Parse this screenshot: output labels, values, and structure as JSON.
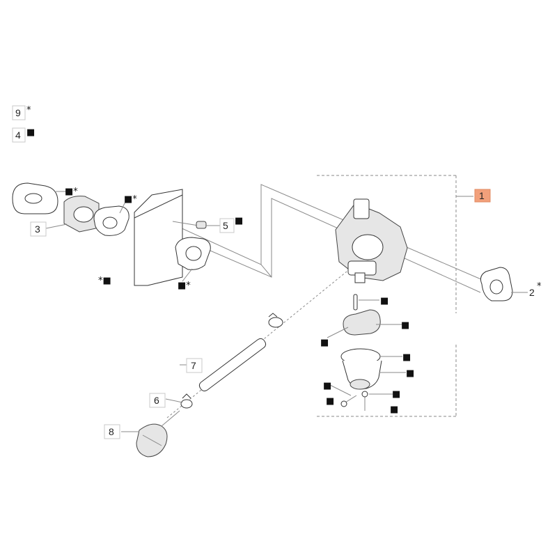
{
  "legend": [
    {
      "num": "9",
      "symbol": "*"
    },
    {
      "num": "4",
      "symbol": "■"
    }
  ],
  "callouts": {
    "p1": "1",
    "p2": "2",
    "p3": "3",
    "p5": "5",
    "p6": "6",
    "p7": "7",
    "p8": "8"
  },
  "symbols": {
    "star": "*",
    "square": "■",
    "square_star": "■*",
    "star_square": "*■"
  },
  "colors": {
    "highlight_box": "#f2a07b",
    "line": "#8a8a8a",
    "outline": "#333333"
  }
}
